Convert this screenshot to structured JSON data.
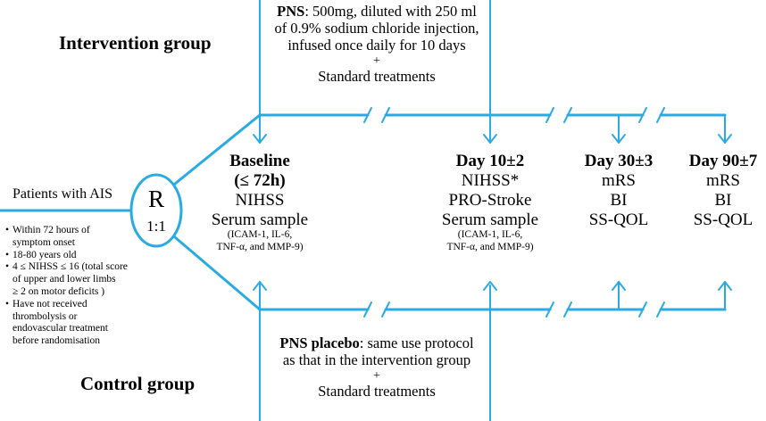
{
  "intervention_group": "Intervention group",
  "control_group": "Control group",
  "pns": {
    "title": "PNS",
    "line1": ": 500mg, diluted with 250 ml",
    "line2": "of 0.9% sodium chloride injection,",
    "line3": "infused once daily for 10 days",
    "plus": "+",
    "standard": "Standard treatments"
  },
  "placebo": {
    "title": "PNS placebo",
    "line1": ": same use protocol",
    "line2": "as that in the intervention group",
    "plus": "+",
    "standard": "Standard treatments"
  },
  "patients": "Patients with AIS",
  "randomisation": {
    "letter": "R",
    "ratio": "1:1"
  },
  "criteria": [
    "Within 72 hours of",
    "symptom onset",
    "18-80 years old",
    "4 ≤ NIHSS ≤ 16 (total score",
    "of upper and lower limbs",
    "≥ 2 on motor deficits )",
    "Have not received",
    "thrombolysis or",
    "endovascular treatment",
    "before randomisation"
  ],
  "baseline": {
    "title1": "Baseline",
    "title2": "(≤ 72h)",
    "item1": "NIHSS",
    "item2": "Serum sample",
    "sub1": "(ICAM-1, IL-6,",
    "sub2": "TNF-α, and MMP-9)"
  },
  "day10": {
    "title": "Day 10±2",
    "item1": "NIHSS*",
    "item2": "PRO-Stroke",
    "item3": "Serum sample",
    "sub1": "(ICAM-1, IL-6,",
    "sub2": "TNF-α, and MMP-9)"
  },
  "day30": {
    "title": "Day 30±3",
    "item1": "mRS",
    "item2": "BI",
    "item3": "SS-QOL"
  },
  "day90": {
    "title": "Day 90±7",
    "item1": "mRS",
    "item2": "BI",
    "item3": "SS-QOL"
  },
  "colors": {
    "line": "#29abe2",
    "text": "#000000"
  }
}
